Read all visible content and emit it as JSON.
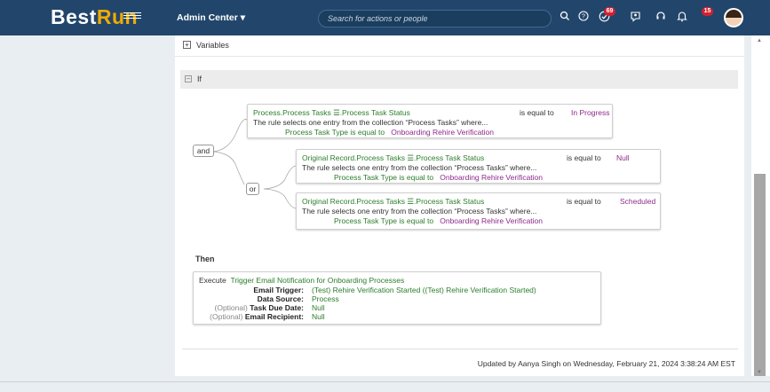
{
  "header": {
    "logo_main": "Best",
    "logo_accent": "Run",
    "admin_center": "Admin Center ▾",
    "search_placeholder": "Search for actions or people",
    "icons": [
      "search-icon",
      "help-icon",
      "todo-check-icon",
      "contacts-icon",
      "headset-icon",
      "bell-icon"
    ],
    "todo_badge": "69",
    "notification_badge": "15"
  },
  "rule": {
    "variables_label": "Variables",
    "if_label": "If",
    "and_label": "and",
    "or_label": "or",
    "conditions": [
      {
        "field": "Process.Process Tasks ☰.Process Task Status",
        "description": "The rule selects one entry from the collection “Process Tasks” where...",
        "filter_field": "Process Task Type is equal to",
        "filter_value": "Onboarding Rehire Verification",
        "operator": "is equal to",
        "value": "In Progress"
      },
      {
        "field": "Original Record.Process Tasks ☰.Process Task Status",
        "description": "The rule selects one entry from the collection “Process Tasks” where...",
        "filter_field": "Process Task Type is equal to",
        "filter_value": "Onboarding Rehire Verification",
        "operator": "is equal to",
        "value": "Null"
      },
      {
        "field": "Original Record.Process Tasks ☰.Process Task Status",
        "description": "The rule selects one entry from the collection “Process Tasks” where...",
        "filter_field": "Process Task Type is equal to",
        "filter_value": "Onboarding Rehire Verification",
        "operator": "is equal to",
        "value": "Scheduled"
      }
    ],
    "then_label": "Then",
    "execute": {
      "label": "Execute",
      "action": "Trigger Email Notification for Onboarding Processes",
      "params": [
        {
          "optional": "",
          "key": "Email Trigger:",
          "value": "(Test) Rehire Verification Started ((Test) Rehire Verification Started)"
        },
        {
          "optional": "",
          "key": "Data Source:",
          "value": "Process"
        },
        {
          "optional": "(Optional)",
          "key": "Task Due Date:",
          "value": "Null"
        },
        {
          "optional": "(Optional)",
          "key": "Email Recipient:",
          "value": "Null"
        }
      ]
    }
  },
  "footer": {
    "updated": "Updated by Aanya Singh on Wednesday, February 21, 2024 3:38:24 AM EST"
  }
}
